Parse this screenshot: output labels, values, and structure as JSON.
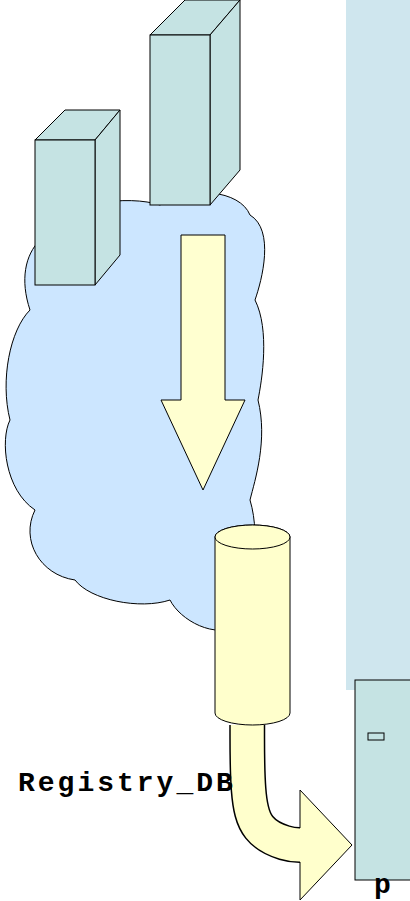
{
  "diagram": {
    "nodes": [
      {
        "text": [
          "Registry_DB"
        ]
      },
      {
        "text": [
          "p"
        ]
      }
    ],
    "edges": [
      {
        "from": 0,
        "to": 1,
        "arrow": "to"
      }
    ]
  }
}
